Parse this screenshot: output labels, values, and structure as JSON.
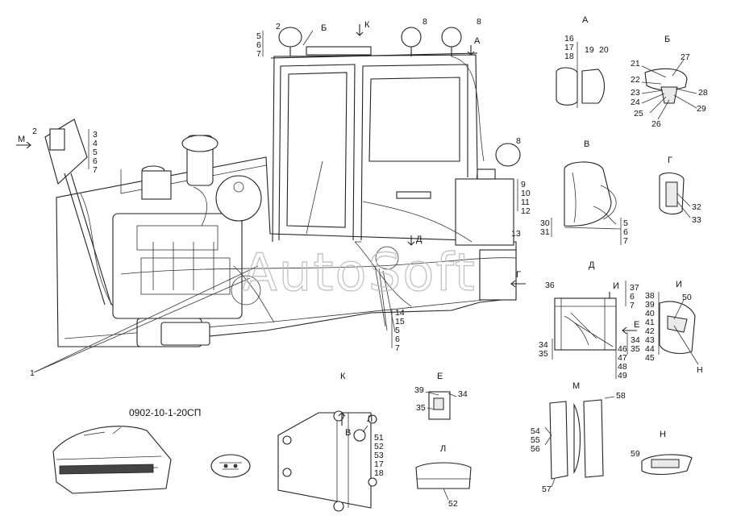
{
  "drawing_code": "0902-10-1-20СП",
  "watermark": "AutoSoft",
  "view_titles": {
    "A": "А",
    "B": "Б",
    "V": "В",
    "G": "Г",
    "D": "Д",
    "I": "И",
    "K": "К",
    "E": "Е",
    "L": "Л",
    "M": "М",
    "N": "Н"
  },
  "main_labels": {
    "l1": "1",
    "l2a": "2",
    "l2b": "2",
    "s3": "3",
    "s4": "4",
    "s5": "5",
    "s6": "6",
    "s7": "7",
    "t5": "5",
    "t6": "6",
    "t7": "7",
    "l8a": "8",
    "l8b": "8",
    "l8c": "8",
    "r9": "9",
    "r10": "10",
    "r11": "11",
    "r12": "12",
    "r13": "13",
    "b14": "14",
    "b15": "15",
    "b5": "5",
    "b6": "6",
    "b7": "7",
    "arrow_m": "М",
    "arrow_b": "Б",
    "arrow_k": "К",
    "arrow_a": "А",
    "arrow_d": "Д",
    "arrow_g": "Г"
  },
  "view_a_labels": [
    "16",
    "17",
    "18",
    "19",
    "20"
  ],
  "view_b_labels": [
    "21",
    "22",
    "23",
    "24",
    "25",
    "26",
    "27",
    "28",
    "29"
  ],
  "view_v_labels": [
    "30",
    "31",
    "5",
    "6",
    "7"
  ],
  "view_g_labels": [
    "32",
    "33"
  ],
  "view_d_labels": {
    "l36": "36",
    "l37": "37",
    "l6": "6",
    "l7": "7",
    "l34a": "34",
    "l35a": "35",
    "l34b": "34",
    "l35b": "35",
    "l46": "46",
    "l47": "47",
    "l48": "48",
    "l49": "49",
    "arrow_i": "И",
    "arrow_e": "Е"
  },
  "view_i_labels": [
    "38",
    "39",
    "40",
    "41",
    "42",
    "43",
    "44",
    "45",
    "50",
    "Н"
  ],
  "view_e_labels": [
    "39",
    "34",
    "35"
  ],
  "view_k_labels": [
    "Л",
    "В",
    "51",
    "52",
    "53",
    "17",
    "18"
  ],
  "view_l_labels": [
    "52"
  ],
  "view_m_labels": [
    "54",
    "55",
    "56",
    "57",
    "58"
  ],
  "view_n_labels": [
    "59"
  ]
}
